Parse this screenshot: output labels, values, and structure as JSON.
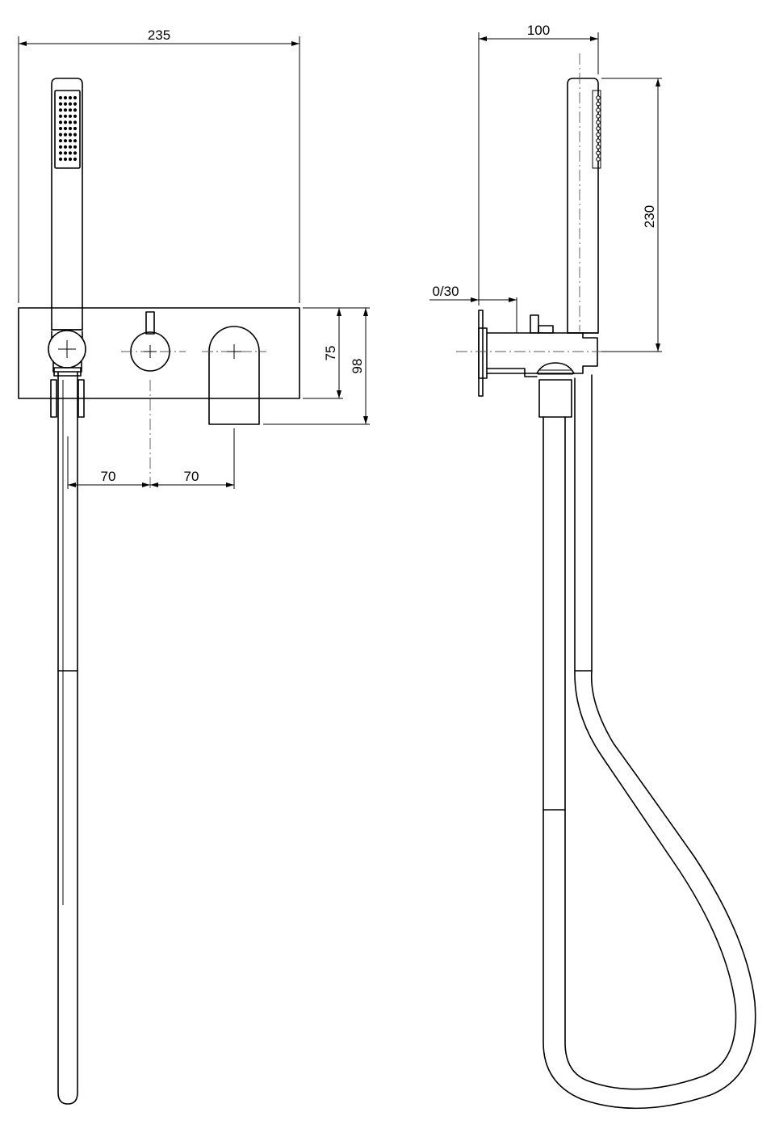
{
  "dimensions": {
    "overall_width": "235",
    "handshower_length": "230",
    "projection": "100",
    "adjust_range": "0/30",
    "height_plate": "75",
    "height_spout": "98",
    "center_spacing_1": "70",
    "center_spacing_2": "70"
  },
  "colors": {
    "line": "#000000",
    "centerline": "#555555",
    "background": "#ffffff"
  }
}
